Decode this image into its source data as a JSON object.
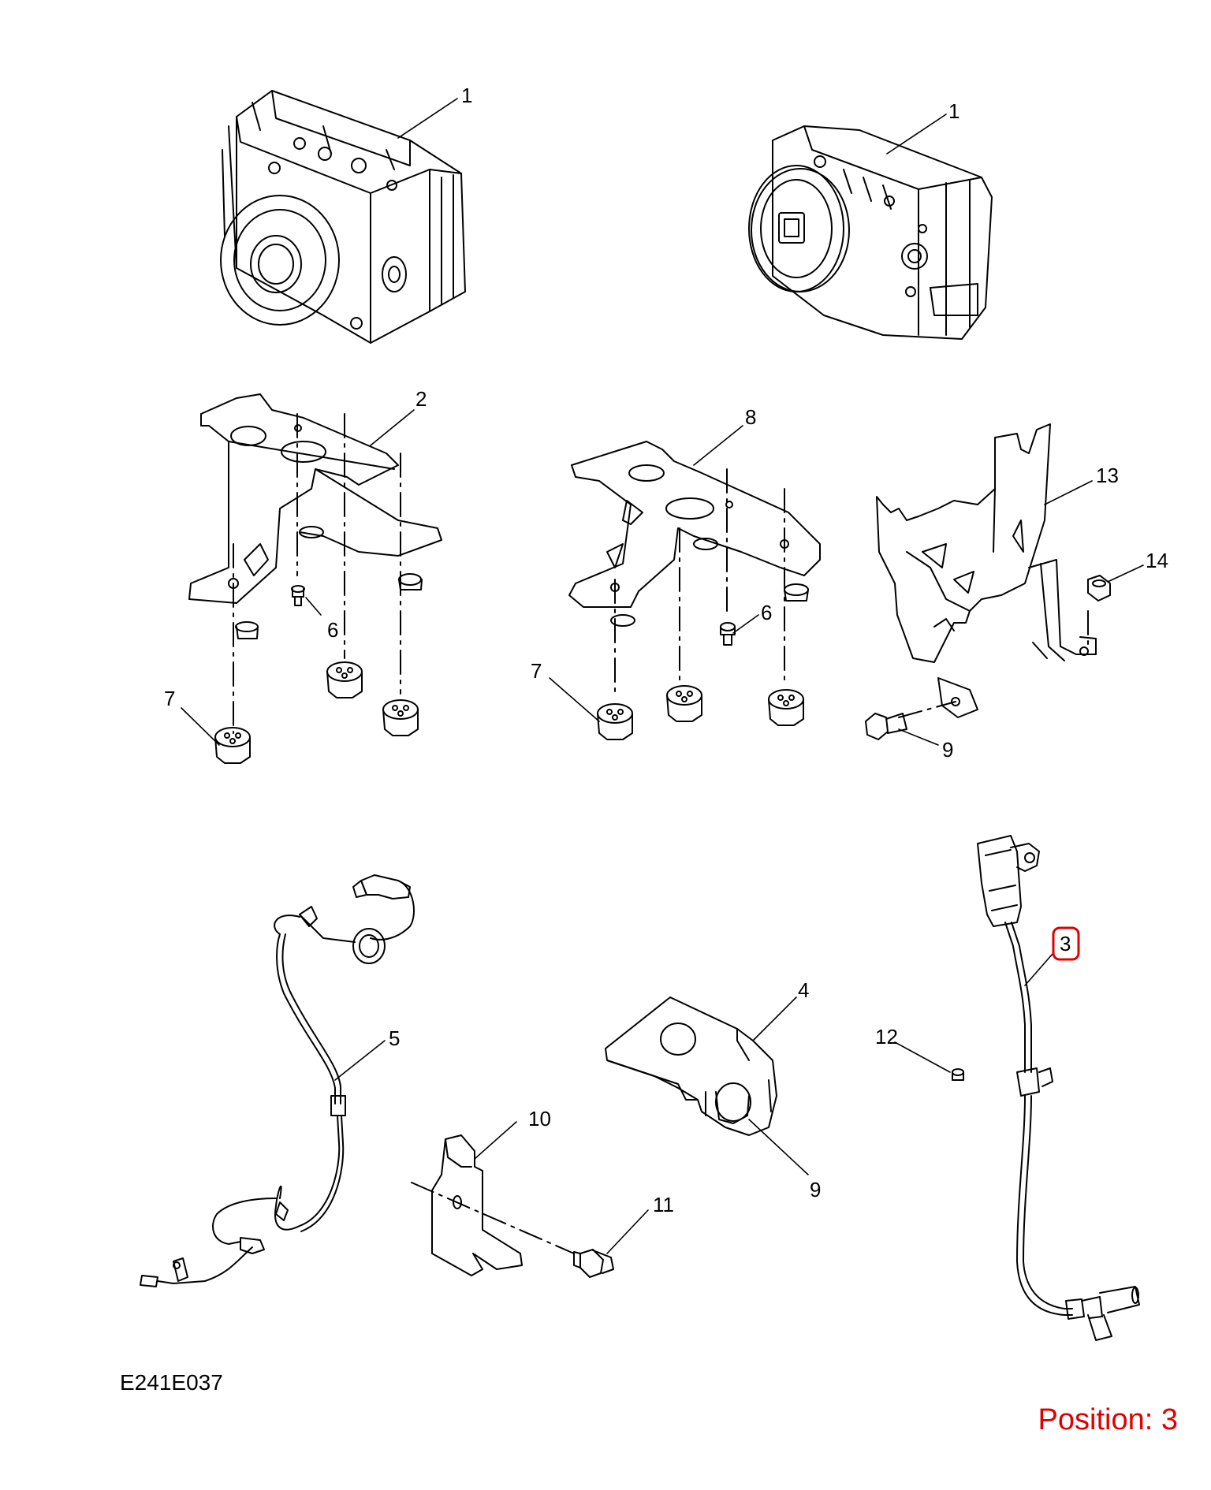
{
  "diagram": {
    "figure_code": "E241E037",
    "position_label": "Position: 3",
    "highlight_color": "#e00000",
    "callouts": [
      {
        "id": "c1a",
        "text": "1"
      },
      {
        "id": "c1b",
        "text": "1"
      },
      {
        "id": "c2",
        "text": "2"
      },
      {
        "id": "c8",
        "text": "8"
      },
      {
        "id": "c13",
        "text": "13"
      },
      {
        "id": "c14",
        "text": "14"
      },
      {
        "id": "c6a",
        "text": "6"
      },
      {
        "id": "c6b",
        "text": "6"
      },
      {
        "id": "c7a",
        "text": "7"
      },
      {
        "id": "c7b",
        "text": "7"
      },
      {
        "id": "c9a",
        "text": "9"
      },
      {
        "id": "c3",
        "text": "3"
      },
      {
        "id": "c4",
        "text": "4"
      },
      {
        "id": "c5",
        "text": "5"
      },
      {
        "id": "c12",
        "text": "12"
      },
      {
        "id": "c10",
        "text": "10"
      },
      {
        "id": "c11",
        "text": "11"
      },
      {
        "id": "c9b",
        "text": "9"
      }
    ]
  }
}
